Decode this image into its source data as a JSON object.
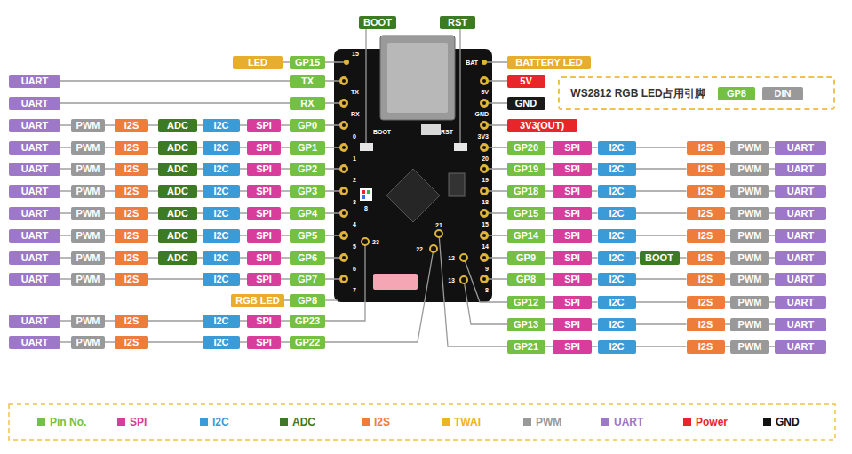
{
  "diagram": {
    "nodes": [
      {
        "text": [
          "BOOT"
        ]
      },
      {
        "text": [
          "RST"
        ]
      },
      {
        "text": [
          "LED"
        ]
      },
      {
        "text": [
          "GP15"
        ]
      },
      {
        "text": [
          "BATTERY LED"
        ]
      },
      {
        "text": [
          "WS2812 RGB LED占用引脚"
        ]
      },
      {
        "text": [
          "GP8"
        ],
        "in": 5
      },
      {
        "text": [
          "DIN"
        ],
        "in": 5
      },
      {
        "text": [
          "UART"
        ]
      },
      {
        "text": [
          "TX"
        ]
      },
      {
        "text": [
          "UART"
        ]
      },
      {
        "text": [
          "RX"
        ]
      },
      {
        "text": [
          "UART"
        ]
      },
      {
        "text": [
          "PWM"
        ]
      },
      {
        "text": [
          "I2S"
        ]
      },
      {
        "text": [
          "ADC"
        ]
      },
      {
        "text": [
          "I2C"
        ]
      },
      {
        "text": [
          "SPI"
        ]
      },
      {
        "text": [
          "GP0"
        ]
      },
      {
        "text": [
          "UART"
        ]
      },
      {
        "text": [
          "PWM"
        ]
      },
      {
        "text": [
          "I2S"
        ]
      },
      {
        "text": [
          "ADC"
        ]
      },
      {
        "text": [
          "I2C"
        ]
      },
      {
        "text": [
          "SPI"
        ]
      },
      {
        "text": [
          "GP1"
        ]
      },
      {
        "text": [
          "UART"
        ]
      },
      {
        "text": [
          "PWM"
        ]
      },
      {
        "text": [
          "I2S"
        ]
      },
      {
        "text": [
          "ADC"
        ]
      },
      {
        "text": [
          "I2C"
        ]
      },
      {
        "text": [
          "SPI"
        ]
      },
      {
        "text": [
          "GP2"
        ]
      },
      {
        "text": [
          "UART"
        ]
      },
      {
        "text": [
          "PWM"
        ]
      },
      {
        "text": [
          "I2S"
        ]
      },
      {
        "text": [
          "ADC"
        ]
      },
      {
        "text": [
          "I2C"
        ]
      },
      {
        "text": [
          "SPI"
        ]
      },
      {
        "text": [
          "GP3"
        ]
      },
      {
        "text": [
          "UART"
        ]
      },
      {
        "text": [
          "PWM"
        ]
      },
      {
        "text": [
          "I2S"
        ]
      },
      {
        "text": [
          "ADC"
        ]
      },
      {
        "text": [
          "I2C"
        ]
      },
      {
        "text": [
          "SPI"
        ]
      },
      {
        "text": [
          "GP4"
        ]
      },
      {
        "text": [
          "UART"
        ]
      },
      {
        "text": [
          "PWM"
        ]
      },
      {
        "text": [
          "I2S"
        ]
      },
      {
        "text": [
          "ADC"
        ]
      },
      {
        "text": [
          "I2C"
        ]
      },
      {
        "text": [
          "SPI"
        ]
      },
      {
        "text": [
          "GP5"
        ]
      },
      {
        "text": [
          "UART"
        ]
      },
      {
        "text": [
          "PWM"
        ]
      },
      {
        "text": [
          "I2S"
        ]
      },
      {
        "text": [
          "ADC"
        ]
      },
      {
        "text": [
          "I2C"
        ]
      },
      {
        "text": [
          "SPI"
        ]
      },
      {
        "text": [
          "GP6"
        ]
      },
      {
        "text": [
          "UART"
        ]
      },
      {
        "text": [
          "PWM"
        ]
      },
      {
        "text": [
          "I2S"
        ]
      },
      {
        "text": [
          "I2C"
        ]
      },
      {
        "text": [
          "SPI"
        ]
      },
      {
        "text": [
          "GP7"
        ]
      },
      {
        "text": [
          "RGB LED"
        ]
      },
      {
        "text": [
          "GP8"
        ]
      },
      {
        "text": [
          "UART"
        ]
      },
      {
        "text": [
          "PWM"
        ]
      },
      {
        "text": [
          "I2S"
        ]
      },
      {
        "text": [
          "I2C"
        ]
      },
      {
        "text": [
          "SPI"
        ]
      },
      {
        "text": [
          "GP23"
        ]
      },
      {
        "text": [
          "UART"
        ]
      },
      {
        "text": [
          "PWM"
        ]
      },
      {
        "text": [
          "I2S"
        ]
      },
      {
        "text": [
          "I2C"
        ]
      },
      {
        "text": [
          "SPI"
        ]
      },
      {
        "text": [
          "GP22"
        ]
      },
      {
        "text": [
          "5V"
        ]
      },
      {
        "text": [
          "GND"
        ]
      },
      {
        "text": [
          "3V3(OUT)"
        ]
      },
      {
        "text": [
          "GP20"
        ]
      },
      {
        "text": [
          "SPI"
        ]
      },
      {
        "text": [
          "I2C"
        ]
      },
      {
        "text": [
          "I2S"
        ]
      },
      {
        "text": [
          "PWM"
        ]
      },
      {
        "text": [
          "UART"
        ]
      },
      {
        "text": [
          "GP19"
        ]
      },
      {
        "text": [
          "SPI"
        ]
      },
      {
        "text": [
          "I2C"
        ]
      },
      {
        "text": [
          "I2S"
        ]
      },
      {
        "text": [
          "PWM"
        ]
      },
      {
        "text": [
          "UART"
        ]
      },
      {
        "text": [
          "GP18"
        ]
      },
      {
        "text": [
          "SPI"
        ]
      },
      {
        "text": [
          "I2C"
        ]
      },
      {
        "text": [
          "I2S"
        ]
      },
      {
        "text": [
          "PWM"
        ]
      },
      {
        "text": [
          "UART"
        ]
      },
      {
        "text": [
          "GP15"
        ]
      },
      {
        "text": [
          "SPI"
        ]
      },
      {
        "text": [
          "I2C"
        ]
      },
      {
        "text": [
          "I2S"
        ]
      },
      {
        "text": [
          "PWM"
        ]
      },
      {
        "text": [
          "UART"
        ]
      },
      {
        "text": [
          "GP14"
        ]
      },
      {
        "text": [
          "SPI"
        ]
      },
      {
        "text": [
          "I2C"
        ]
      },
      {
        "text": [
          "I2S"
        ]
      },
      {
        "text": [
          "PWM"
        ]
      },
      {
        "text": [
          "UART"
        ]
      },
      {
        "text": [
          "GP9"
        ]
      },
      {
        "text": [
          "SPI"
        ]
      },
      {
        "text": [
          "I2C"
        ]
      },
      {
        "text": [
          "BOOT"
        ]
      },
      {
        "text": [
          "I2S"
        ]
      },
      {
        "text": [
          "PWM"
        ]
      },
      {
        "text": [
          "UART"
        ]
      },
      {
        "text": [
          "GP8"
        ]
      },
      {
        "text": [
          "SPI"
        ]
      },
      {
        "text": [
          "I2C"
        ]
      },
      {
        "text": [
          "I2S"
        ]
      },
      {
        "text": [
          "PWM"
        ]
      },
      {
        "text": [
          "UART"
        ]
      },
      {
        "text": [
          "GP12"
        ]
      },
      {
        "text": [
          "SPI"
        ]
      },
      {
        "text": [
          "I2C"
        ]
      },
      {
        "text": [
          "I2S"
        ]
      },
      {
        "text": [
          "PWM"
        ]
      },
      {
        "text": [
          "UART"
        ]
      },
      {
        "text": [
          "GP13"
        ]
      },
      {
        "text": [
          "SPI"
        ]
      },
      {
        "text": [
          "I2C"
        ]
      },
      {
        "text": [
          "I2S"
        ]
      },
      {
        "text": [
          "PWM"
        ]
      },
      {
        "text": [
          "UART"
        ]
      },
      {
        "text": [
          "GP21"
        ]
      },
      {
        "text": [
          "SPI"
        ]
      },
      {
        "text": [
          "I2C"
        ]
      },
      {
        "text": [
          "I2S"
        ]
      },
      {
        "text": [
          "PWM"
        ]
      },
      {
        "text": [
          "UART"
        ]
      }
    ],
    "edges": [
      {
        "from": 2,
        "to": 3,
        "arrow": "none"
      },
      {
        "from": 8,
        "to": 9,
        "arrow": "none"
      },
      {
        "from": 10,
        "to": 11,
        "arrow": "none"
      },
      {
        "from": 12,
        "to": 13,
        "arrow": "none"
      },
      {
        "from": 13,
        "to": 14,
        "arrow": "none"
      },
      {
        "from": 14,
        "to": 15,
        "arrow": "none"
      },
      {
        "from": 15,
        "to": 16,
        "arrow": "none"
      },
      {
        "from": 16,
        "to": 17,
        "arrow": "none"
      },
      {
        "from": 17,
        "to": 18,
        "arrow": "none"
      },
      {
        "from": 19,
        "to": 20,
        "arrow": "none"
      },
      {
        "from": 20,
        "to": 21,
        "arrow": "none"
      },
      {
        "from": 21,
        "to": 22,
        "arrow": "none"
      },
      {
        "from": 22,
        "to": 23,
        "arrow": "none"
      },
      {
        "from": 23,
        "to": 24,
        "arrow": "none"
      },
      {
        "from": 24,
        "to": 25,
        "arrow": "none"
      },
      {
        "from": 26,
        "to": 27,
        "arrow": "none"
      },
      {
        "from": 27,
        "to": 28,
        "arrow": "none"
      },
      {
        "from": 28,
        "to": 29,
        "arrow": "none"
      },
      {
        "from": 29,
        "to": 30,
        "arrow": "none"
      },
      {
        "from": 30,
        "to": 31,
        "arrow": "none"
      },
      {
        "from": 31,
        "to": 32,
        "arrow": "none"
      },
      {
        "from": 33,
        "to": 34,
        "arrow": "none"
      },
      {
        "from": 34,
        "to": 35,
        "arrow": "none"
      },
      {
        "from": 35,
        "to": 36,
        "arrow": "none"
      },
      {
        "from": 36,
        "to": 37,
        "arrow": "none"
      },
      {
        "from": 37,
        "to": 38,
        "arrow": "none"
      },
      {
        "from": 38,
        "to": 39,
        "arrow": "none"
      },
      {
        "from": 40,
        "to": 41,
        "arrow": "none"
      },
      {
        "from": 41,
        "to": 42,
        "arrow": "none"
      },
      {
        "from": 42,
        "to": 43,
        "arrow": "none"
      },
      {
        "from": 43,
        "to": 44,
        "arrow": "none"
      },
      {
        "from": 44,
        "to": 45,
        "arrow": "none"
      },
      {
        "from": 45,
        "to": 46,
        "arrow": "none"
      },
      {
        "from": 47,
        "to": 48,
        "arrow": "none"
      },
      {
        "from": 48,
        "to": 49,
        "arrow": "none"
      },
      {
        "from": 49,
        "to": 50,
        "arrow": "none"
      },
      {
        "from": 50,
        "to": 51,
        "arrow": "none"
      },
      {
        "from": 51,
        "to": 52,
        "arrow": "none"
      },
      {
        "from": 52,
        "to": 53,
        "arrow": "none"
      },
      {
        "from": 54,
        "to": 55,
        "arrow": "none"
      },
      {
        "from": 55,
        "to": 56,
        "arrow": "none"
      },
      {
        "from": 56,
        "to": 57,
        "arrow": "none"
      },
      {
        "from": 57,
        "to": 58,
        "arrow": "none"
      },
      {
        "from": 58,
        "to": 59,
        "arrow": "none"
      },
      {
        "from": 59,
        "to": 60,
        "arrow": "none"
      },
      {
        "from": 61,
        "to": 62,
        "arrow": "none"
      },
      {
        "from": 62,
        "to": 63,
        "arrow": "none"
      },
      {
        "from": 63,
        "to": 64,
        "arrow": "none"
      },
      {
        "from": 64,
        "to": 65,
        "arrow": "none"
      },
      {
        "from": 65,
        "to": 66,
        "arrow": "none"
      },
      {
        "from": 67,
        "to": 68,
        "arrow": "none"
      },
      {
        "from": 69,
        "to": 70,
        "arrow": "none"
      },
      {
        "from": 70,
        "to": 71,
        "arrow": "none"
      },
      {
        "from": 71,
        "to": 72,
        "arrow": "none"
      },
      {
        "from": 72,
        "to": 73,
        "arrow": "none"
      },
      {
        "from": 73,
        "to": 74,
        "arrow": "none"
      },
      {
        "from": 75,
        "to": 76,
        "arrow": "none"
      },
      {
        "from": 76,
        "to": 77,
        "arrow": "none"
      },
      {
        "from": 77,
        "to": 78,
        "arrow": "none"
      },
      {
        "from": 78,
        "to": 79,
        "arrow": "none"
      },
      {
        "from": 79,
        "to": 80,
        "arrow": "none"
      },
      {
        "from": 84,
        "to": 85,
        "arrow": "none"
      },
      {
        "from": 85,
        "to": 86,
        "arrow": "none"
      },
      {
        "from": 86,
        "to": 87,
        "arrow": "none"
      },
      {
        "from": 87,
        "to": 88,
        "arrow": "none"
      },
      {
        "from": 88,
        "to": 89,
        "arrow": "none"
      },
      {
        "from": 90,
        "to": 91,
        "arrow": "none"
      },
      {
        "from": 91,
        "to": 92,
        "arrow": "none"
      },
      {
        "from": 92,
        "to": 93,
        "arrow": "none"
      },
      {
        "from": 93,
        "to": 94,
        "arrow": "none"
      },
      {
        "from": 94,
        "to": 95,
        "arrow": "none"
      },
      {
        "from": 96,
        "to": 97,
        "arrow": "none"
      },
      {
        "from": 97,
        "to": 98,
        "arrow": "none"
      },
      {
        "from": 98,
        "to": 99,
        "arrow": "none"
      },
      {
        "from": 99,
        "to": 100,
        "arrow": "none"
      },
      {
        "from": 100,
        "to": 101,
        "arrow": "none"
      },
      {
        "from": 102,
        "to": 103,
        "arrow": "none"
      },
      {
        "from": 103,
        "to": 104,
        "arrow": "none"
      },
      {
        "from": 104,
        "to": 105,
        "arrow": "none"
      },
      {
        "from": 105,
        "to": 106,
        "arrow": "none"
      },
      {
        "from": 106,
        "to": 107,
        "arrow": "none"
      },
      {
        "from": 108,
        "to": 109,
        "arrow": "none"
      },
      {
        "from": 109,
        "to": 110,
        "arrow": "none"
      },
      {
        "from": 110,
        "to": 111,
        "arrow": "none"
      },
      {
        "from": 111,
        "to": 112,
        "arrow": "none"
      },
      {
        "from": 112,
        "to": 113,
        "arrow": "none"
      },
      {
        "from": 114,
        "to": 115,
        "arrow": "none"
      },
      {
        "from": 115,
        "to": 116,
        "arrow": "none"
      },
      {
        "from": 116,
        "to": 117,
        "arrow": "none"
      },
      {
        "from": 117,
        "to": 118,
        "arrow": "none"
      },
      {
        "from": 118,
        "to": 119,
        "arrow": "none"
      },
      {
        "from": 119,
        "to": 120,
        "arrow": "none"
      },
      {
        "from": 121,
        "to": 122,
        "arrow": "none"
      },
      {
        "from": 122,
        "to": 123,
        "arrow": "none"
      },
      {
        "from": 123,
        "to": 124,
        "arrow": "none"
      },
      {
        "from": 124,
        "to": 125,
        "arrow": "none"
      },
      {
        "from": 125,
        "to": 126,
        "arrow": "none"
      },
      {
        "from": 127,
        "to": 128,
        "arrow": "none"
      },
      {
        "from": 128,
        "to": 129,
        "arrow": "none"
      },
      {
        "from": 129,
        "to": 130,
        "arrow": "none"
      },
      {
        "from": 130,
        "to": 131,
        "arrow": "none"
      },
      {
        "from": 131,
        "to": 132,
        "arrow": "none"
      },
      {
        "from": 133,
        "to": 134,
        "arrow": "none"
      },
      {
        "from": 134,
        "to": 135,
        "arrow": "none"
      },
      {
        "from": 135,
        "to": 136,
        "arrow": "none"
      },
      {
        "from": 136,
        "to": 137,
        "arrow": "none"
      },
      {
        "from": 137,
        "to": 138,
        "arrow": "none"
      },
      {
        "from": 139,
        "to": 140,
        "arrow": "none"
      },
      {
        "from": 140,
        "to": 141,
        "arrow": "none"
      },
      {
        "from": 141,
        "to": 142,
        "arrow": "none"
      },
      {
        "from": 142,
        "to": 143,
        "arrow": "none"
      },
      {
        "from": 143,
        "to": 144,
        "arrow": "none"
      }
    ],
    "labels": [
      "15",
      "TX",
      "RX",
      "BOOT",
      "RST",
      "0",
      "1",
      "2",
      "3",
      "4",
      "5",
      "6",
      "7",
      "8",
      "23",
      "22",
      "21",
      "12",
      "13",
      "BAT",
      "5V",
      "GND",
      "3V3",
      "20",
      "19",
      "18",
      "15",
      "14",
      "9",
      "8"
    ],
    "legend": [
      {
        "text": "Pin No.",
        "color": "#74c043"
      },
      {
        "text": "SPI",
        "color": "#d93d9b"
      },
      {
        "text": "I2C",
        "color": "#3b9bd6"
      },
      {
        "text": "ADC",
        "color": "#3c7a23"
      },
      {
        "text": "I2S",
        "color": "#ee7d3b"
      },
      {
        "text": "TWAI",
        "color": "#f0b323"
      },
      {
        "text": "PWM",
        "color": "#999999"
      },
      {
        "text": "UART",
        "color": "#9d77c8"
      },
      {
        "text": "Power",
        "color": "#e8262a"
      },
      {
        "text": "GND",
        "color": "#111111"
      }
    ]
  }
}
